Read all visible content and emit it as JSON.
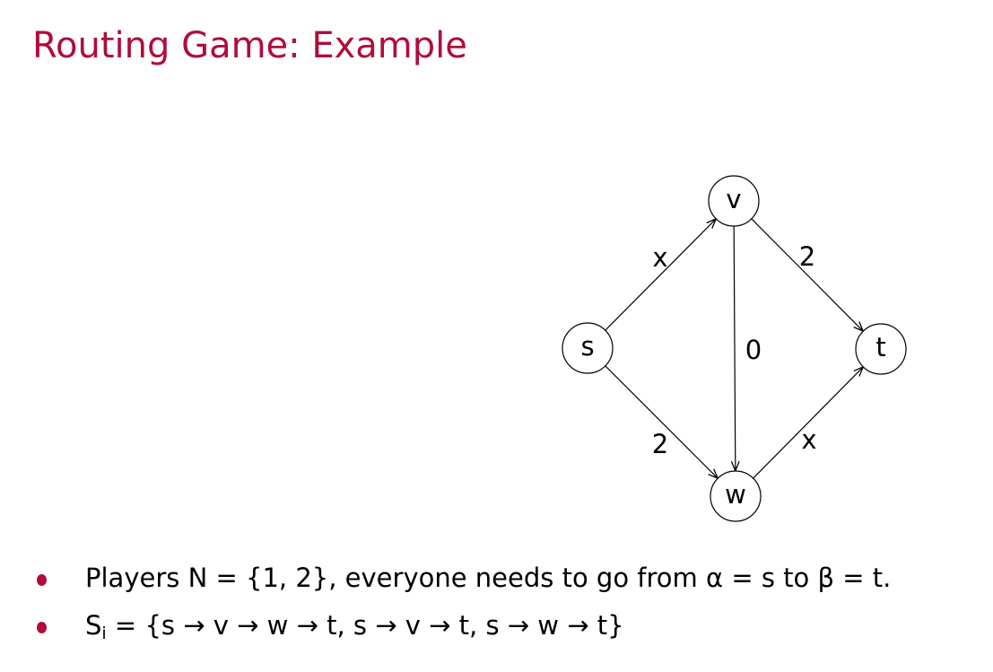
{
  "title": "Routing Game: Example",
  "accent_color": "#B00C3C",
  "graph": {
    "nodes": [
      {
        "id": "s",
        "label": "s"
      },
      {
        "id": "v",
        "label": "v"
      },
      {
        "id": "t",
        "label": "t"
      },
      {
        "id": "w",
        "label": "w"
      }
    ],
    "edges": [
      {
        "from": "s",
        "to": "v",
        "cost": "x"
      },
      {
        "from": "v",
        "to": "t",
        "cost": "2"
      },
      {
        "from": "v",
        "to": "w",
        "cost": "0"
      },
      {
        "from": "s",
        "to": "w",
        "cost": "2"
      },
      {
        "from": "w",
        "to": "t",
        "cost": "x"
      }
    ]
  },
  "bullets": [
    {
      "text": "Players N = {1, 2}, everyone needs to go from α = s to β = t."
    },
    {
      "prefix": "S",
      "subscript": "i",
      "text": " = {s → v → w → t, s → v → t, s → w → t}"
    }
  ]
}
